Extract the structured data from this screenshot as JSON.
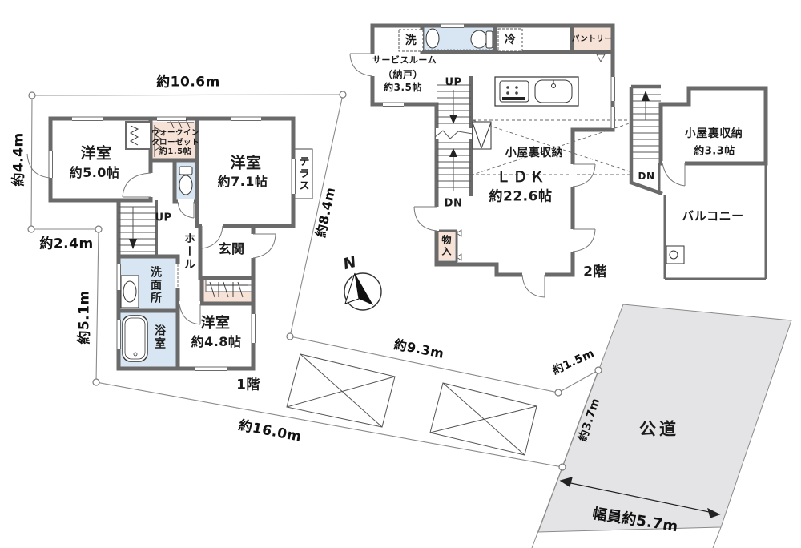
{
  "meta": {
    "type": "floor-plan",
    "floors_shown": [
      "1階",
      "2階",
      "小屋裏"
    ]
  },
  "colors": {
    "wall": "#6a6a6a",
    "wet_area": "#d7e6f2",
    "closet_area": "#f6e2d6",
    "road_fill": "#e4e4e6",
    "boundary_line": "#8a8a8a",
    "fixture_line": "#333333"
  },
  "site": {
    "dim_top": "約10.6m",
    "dim_left_upper": "約4.4m",
    "dim_left_mid": "約2.4m",
    "dim_left_lower": "約5.1m",
    "dim_bottom": "約16.0m",
    "dim_right_diag": "約8.4m",
    "dim_frontage": "約9.3m",
    "dim_corner": "約1.5m",
    "dim_road_side": "約3.7m",
    "road_label": "公道",
    "road_width_label": "幅員約5.7m",
    "north_label": "N"
  },
  "floor1": {
    "floor_label": "1階",
    "room5_name": "洋室",
    "room5_size": "約5.0帖",
    "wic_line1": "ウォークイン",
    "wic_line2": "クローゼット",
    "wic_line3": "約1.5帖",
    "room71_name": "洋室",
    "room71_size": "約7.1帖",
    "terrace": "テラス",
    "up": "UP",
    "hall": "ホール",
    "entrance": "玄関",
    "washroom": "洗面所",
    "bathroom": "浴室",
    "room48_name": "洋室",
    "room48_size": "約4.8帖"
  },
  "floor2": {
    "floor_label": "2階",
    "washer": "洗",
    "fridge": "冷",
    "pantry": "パントリー",
    "service_line1": "サービスルーム",
    "service_line2": "（納戸）",
    "service_line3": "約3.5帖",
    "up": "UP",
    "dn": "DN",
    "attic_storage_dashed": "小屋裏収納",
    "ldk_name": "ＬＤＫ",
    "ldk_size": "約22.6帖",
    "storage": "物入"
  },
  "attic": {
    "storage_name": "小屋裏収納",
    "storage_size": "約3.3帖",
    "dn": "DN",
    "balcony": "バルコニー"
  }
}
